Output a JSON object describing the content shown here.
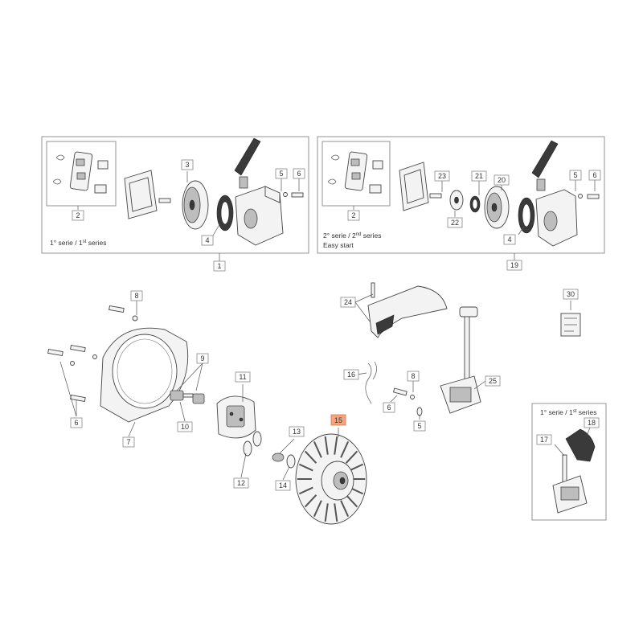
{
  "panels": {
    "first_series_caption_a": "1° serie / 1",
    "first_series_caption_sup": "st",
    "first_series_caption_b": " series",
    "second_series_caption_a": "2° serie / 2",
    "second_series_caption_sup": "nd",
    "second_series_caption_b": " series",
    "second_series_caption_line2": "Easy start",
    "ignition_caption_a": "1° serie / 1",
    "ignition_caption_sup": "st",
    "ignition_caption_b": " series"
  },
  "labels": {
    "n1": "1",
    "n2a": "2",
    "n3": "3",
    "n4a": "4",
    "n5a": "5",
    "n6a": "6",
    "n2b": "2",
    "n23": "23",
    "n21": "21",
    "n20": "20",
    "n22": "22",
    "n4b": "4",
    "n5b": "5",
    "n6b": "6",
    "n19": "19",
    "n8a": "8",
    "n9": "9",
    "n11": "11",
    "n6c": "6",
    "n7": "7",
    "n10": "10",
    "n12": "12",
    "n13": "13",
    "n14": "14",
    "n15": "15",
    "n24": "24",
    "n30": "30",
    "n16": "16",
    "n8b": "8",
    "n25": "25",
    "n6d": "6",
    "n5c": "5",
    "n17": "17",
    "n18": "18"
  },
  "highlight_color": "#f4a57e",
  "highlighted_part": "15"
}
